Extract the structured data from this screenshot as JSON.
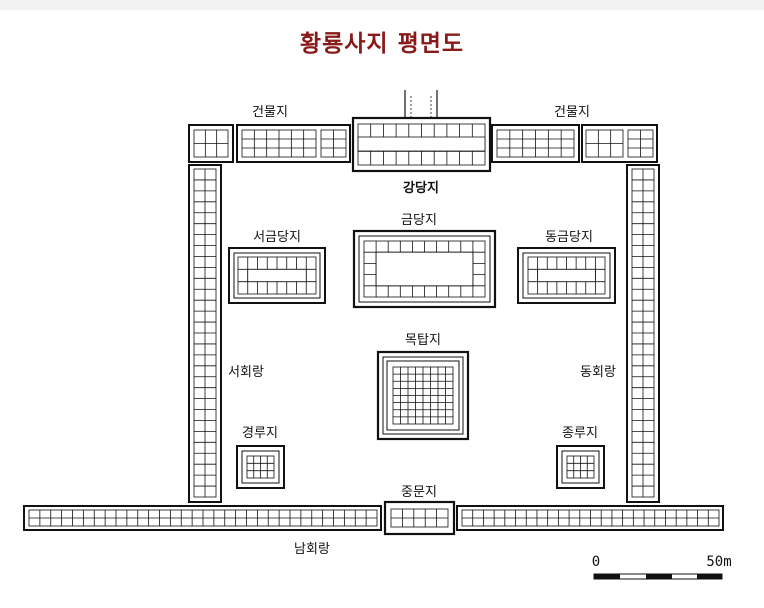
{
  "title": "황룡사지  평면도",
  "colors": {
    "title": "#8a1a1a",
    "line": "#111111",
    "background": "#ffffff"
  },
  "labels": {
    "building_left": "건물지",
    "building_right": "건물지",
    "lecture_hall": "강당지",
    "main_hall": "금당지",
    "west_hall": "서금당지",
    "east_hall": "동금당지",
    "pagoda": "목탑지",
    "west_corridor": "서회랑",
    "east_corridor": "동회랑",
    "bell_west": "경루지",
    "bell_east": "종루지",
    "middle_gate": "중문지",
    "south_corridor": "남회랑"
  },
  "scale_bar": {
    "start": "0",
    "end": "50m"
  }
}
